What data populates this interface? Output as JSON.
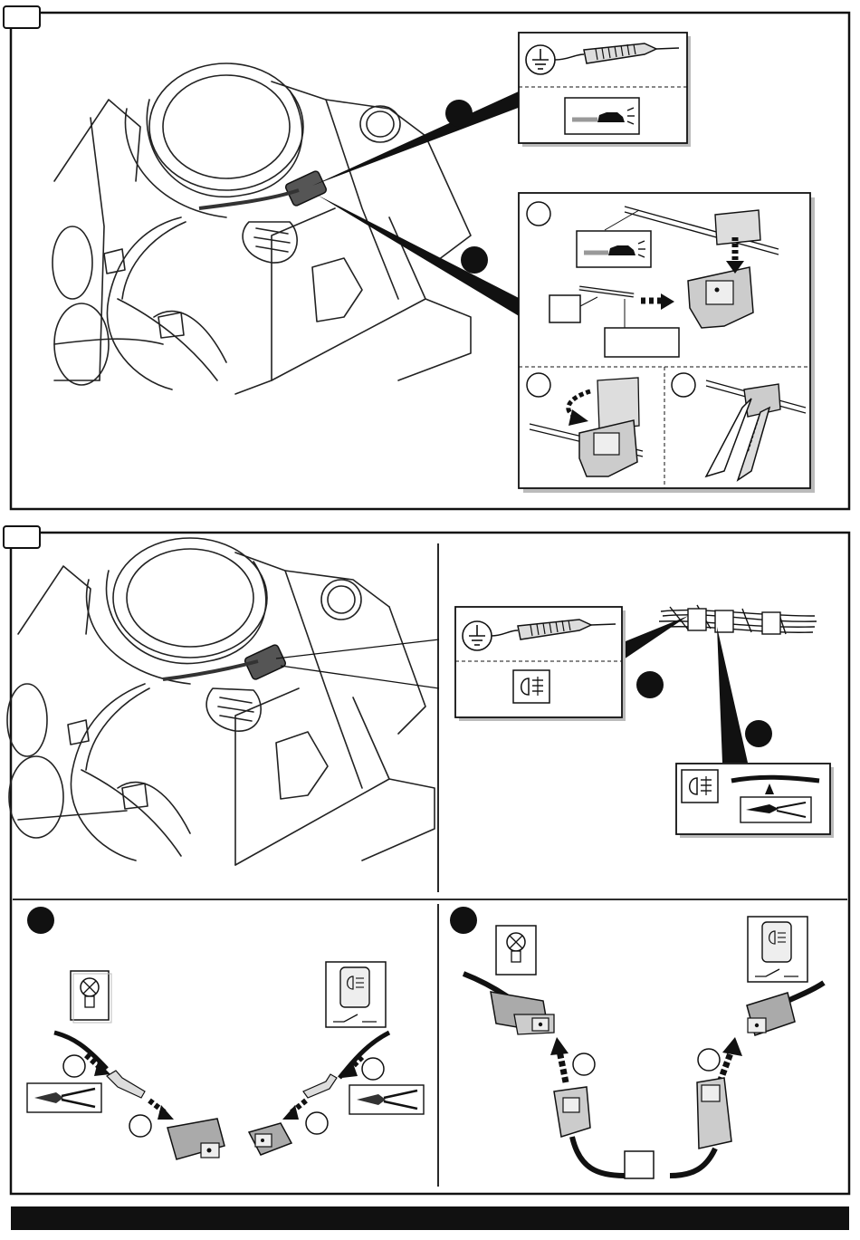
{
  "panels": [
    {
      "tab_label": "",
      "detail_markers": [
        "",
        "",
        "",
        "",
        ""
      ],
      "callouts": [
        {
          "icons": [
            "ground-symbol",
            "test-lamp",
            "car-light-symbol"
          ]
        },
        {
          "icons": [
            "car-light-symbol",
            "splice-connector"
          ],
          "blank_boxes": [
            "",
            ""
          ]
        }
      ]
    },
    {
      "tab_label": "",
      "detail_markers": [
        "",
        "",
        "",
        "",
        "",
        "",
        "",
        "",
        ""
      ],
      "callouts": [
        {
          "icons": [
            "ground-symbol",
            "test-lamp",
            "fog-light-symbol"
          ]
        },
        {
          "icons": [
            "fog-light-symbol",
            "pliers"
          ]
        }
      ],
      "sub_panels": [
        {
          "icons": [
            "bulb",
            "fog-light-switch",
            "crimping-pliers",
            "crimping-pliers"
          ]
        },
        {
          "icons": [
            "bulb",
            "fog-light-switch"
          ],
          "blank_boxes": [
            ""
          ]
        }
      ]
    }
  ],
  "footer_bar": ""
}
